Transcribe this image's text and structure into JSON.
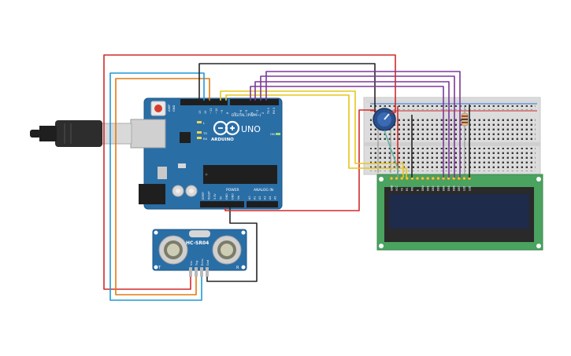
{
  "arduino": {
    "logo": "ARDUINO",
    "model": "UNO",
    "digital_header_label": "DIGITAL (PWM~)",
    "power_label": "POWER",
    "analog_label": "ANALOG IN",
    "aref_label": "AREF",
    "gnd_label": "GND",
    "tx_label": "TX",
    "rx_label": "RX",
    "l_label": "L",
    "on_label": "ON",
    "digital_pins": [
      "13",
      "12",
      "~11",
      "~10",
      "~9",
      "8",
      "7",
      "~6",
      "~5",
      "4",
      "~3",
      "2",
      "TX 1",
      "RX 0"
    ],
    "power_pins": [
      "IOREF",
      "RESET",
      "3.3V",
      "5V",
      "GND",
      "GND",
      "Vin"
    ],
    "analog_pins": [
      "A0",
      "A1",
      "A2",
      "A3",
      "A4",
      "A5"
    ]
  },
  "sensor": {
    "name": "HC-SR04",
    "left_mark": "T",
    "right_mark": "R",
    "pins": [
      "Vcc",
      "Trig",
      "Echo",
      "Gnd"
    ]
  },
  "lcd": {
    "pins": [
      "GND",
      "VCC",
      "V0",
      "RS",
      "RW",
      "E",
      "DB0",
      "DB1",
      "DB2",
      "DB3",
      "DB4",
      "DB5",
      "DB6",
      "DB7",
      "LED",
      "LED"
    ]
  },
  "colors": {
    "board": "#2a6ea6",
    "wire_red": "#d12a2a",
    "wire_black": "#262626",
    "wire_orange": "#e07b12",
    "wire_blue": "#1f9ad6",
    "wire_yellow": "#e8c51c",
    "wire_purple": "#7b3a98",
    "lcd_pcb": "#4aa35f",
    "lcd_screen": "#1e2b4a"
  },
  "icons": {
    "usb_cable": "usb-plug-icon",
    "potentiometer": "potentiometer-knob-icon",
    "resistor": "resistor-icon",
    "reset_button": "reset-button-icon"
  }
}
